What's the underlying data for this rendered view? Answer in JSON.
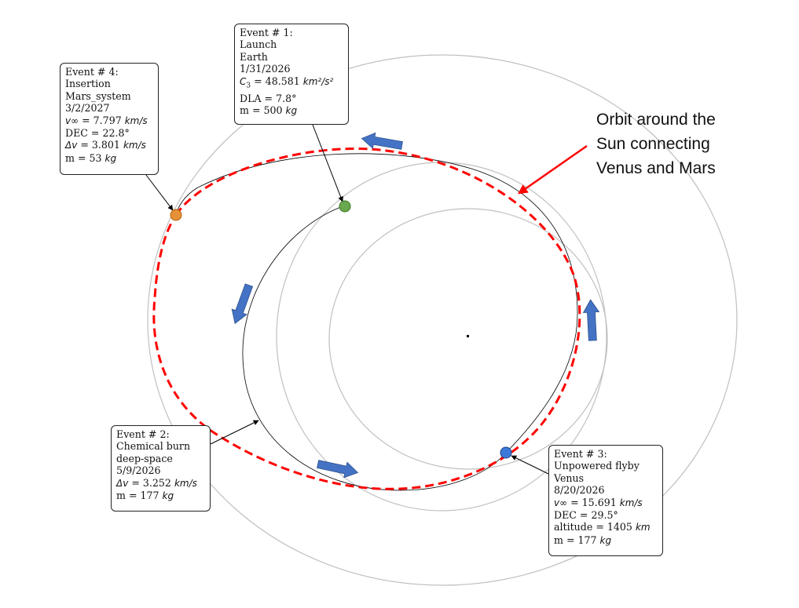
{
  "annotation": {
    "lines": [
      "Orbit around the",
      "Sun connecting",
      "Venus and Mars"
    ],
    "arrow_color": "#ff0000"
  },
  "colors": {
    "transfer_orbit": "#ff0000",
    "planet_orbits": "#c0c0c0",
    "trajectory": "#000000",
    "direction_arrows": "#4472c4",
    "earth": "#6aa84f",
    "venus": "#3c78d8",
    "mars": "#e69138"
  },
  "events": {
    "e1": {
      "title": "Event # 1:",
      "type": "Launch",
      "body": "Earth",
      "date": "1/31/2026",
      "c3_label": "C",
      "c3_sub": "3",
      "c3_value": " = 48.581 ",
      "c3_unit": "km²/s²",
      "dla": "DLA = 7.8°",
      "mass": "m = 500 ",
      "mass_unit": "kg"
    },
    "e2": {
      "title": "Event # 2:",
      "type": "Chemical burn",
      "body": "deep-space",
      "date": "5/9/2026",
      "dv_label": "Δv",
      "dv_value": " = 3.252 ",
      "dv_unit": "km/s",
      "mass": "m = 177 ",
      "mass_unit": "kg"
    },
    "e3": {
      "title": "Event # 3:",
      "type": "Unpowered flyby",
      "body": "Venus",
      "date": "8/20/2026",
      "vinf_label": "v∞",
      "vinf_value": " = 15.691 ",
      "vinf_unit": "km/s",
      "dec": "DEC = 29.5°",
      "alt": "altitude = 1405 ",
      "alt_unit": "km",
      "mass": "m = 177 ",
      "mass_unit": "kg"
    },
    "e4": {
      "title": "Event # 4:",
      "type": "Insertion",
      "body": "Mars_system",
      "date": "3/2/2027",
      "vinf_label": "v∞",
      "vinf_value": " = 7.797 ",
      "vinf_unit": "km/s",
      "dec": "DEC = 22.8°",
      "dv_label": "Δv",
      "dv_value": " = 3.801 ",
      "dv_unit": "km/s",
      "mass": "m = 53 ",
      "mass_unit": "kg"
    }
  }
}
